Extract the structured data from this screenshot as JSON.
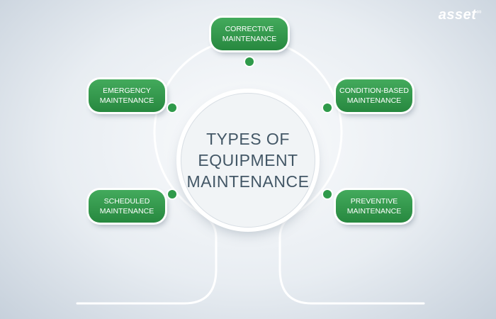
{
  "logo": {
    "text": "asset",
    "mark": "∞"
  },
  "center": {
    "line1": "TYPES OF",
    "line2": "EQUIPMENT",
    "line3": "MAINTENANCE"
  },
  "nodes": {
    "corrective": {
      "line1": "CORRECTIVE",
      "line2": "MAINTENANCE"
    },
    "emergency": {
      "line1": "EMERGENCY",
      "line2": "MAINTENANCE"
    },
    "condition": {
      "line1": "CONDITION-BASED",
      "line2": "MAINTENANCE"
    },
    "scheduled": {
      "line1": "SCHEDULED",
      "line2": "MAINTENANCE"
    },
    "preventive": {
      "line1": "PREVENTIVE",
      "line2": "MAINTENANCE"
    }
  },
  "colors": {
    "node_green": "#2f9a4a",
    "center_text": "#435766",
    "line": "#ffffff"
  }
}
